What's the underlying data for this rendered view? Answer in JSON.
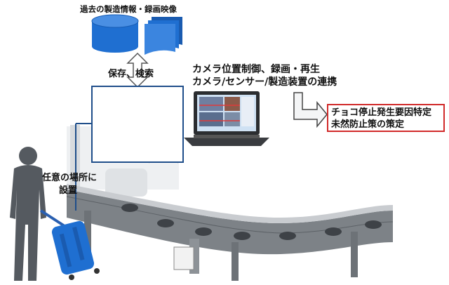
{
  "labels": {
    "storage_title": "過去の製造情報・録画映像",
    "storage_action": "保存、検索",
    "control_line1": "カメラ位置制御、録画・再生",
    "control_line2": "カメラ/センサー/製造装置の連携",
    "outcome_line1": "チョコ停止発生要因特定",
    "outcome_line2": "未然防止策の策定",
    "install_line1": "任意の場所に",
    "install_line2": "設置"
  },
  "colors": {
    "accent_blue": "#1f6fd1",
    "frame_blue": "#1f4e8a",
    "outcome_red": "#d12a2a",
    "conveyor_gray": "#9aa0a6",
    "person_gray": "#555a60"
  },
  "icons": {
    "database": "database-cylinder-icon",
    "documents": "stacked-documents-icon",
    "arrow": "bidirectional-arrow-icon",
    "camera": "dome-camera-icon",
    "laptop": "laptop-icon",
    "bent_arrow": "bent-arrow-icon",
    "person": "person-silhouette-icon",
    "suitcase": "suitcase-icon"
  }
}
